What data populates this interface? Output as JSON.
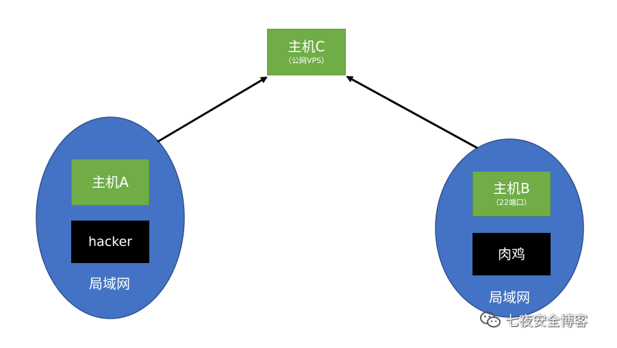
{
  "host_c": {
    "title": "主机C",
    "subtitle": "（公网VPS）"
  },
  "lan_a": {
    "host": {
      "title": "主机A"
    },
    "attacker": {
      "label": "hacker"
    },
    "label": "局域网"
  },
  "lan_b": {
    "host": {
      "title": "主机B",
      "subtitle": "（22端口）"
    },
    "zombie": {
      "label": "肉鸡"
    },
    "label": "局域网"
  },
  "watermark": {
    "text": "七夜安全博客",
    "icon": "wechat-icon"
  },
  "colors": {
    "lan_fill": "#4472c4",
    "lan_stroke": "#2f528f",
    "host_fill": "#70ad47",
    "arrow": "#000000"
  }
}
